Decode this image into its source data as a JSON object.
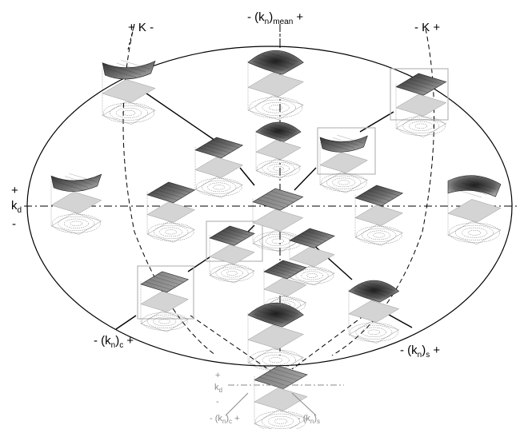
{
  "labels": {
    "k_plus_minus": "+ K -",
    "kn_mean_open": "- (k",
    "kn_mean_sub": "n",
    "kn_mean_subsub": "mean",
    "kn_mean_close": " +",
    "k_minus_plus": "- K +",
    "kd_plus": "+",
    "kd_k": "k",
    "kd_sub": "d",
    "kd_minus": "-",
    "knc_open": "- (k",
    "knc_sub": "n",
    "knc_close": ")",
    "knc_sub2": "c",
    "knc_plus": " +",
    "kns_open": "- (k",
    "kns_sub": "n",
    "kns_close": ")",
    "kns_sub2": "s",
    "kns_plus": " +"
  },
  "legend": {
    "plus": "+",
    "kd_k": "k",
    "kd_sub": "d",
    "minus": "-",
    "knc_open": "- (k",
    "knc_sub": "n",
    "knc_close": ")",
    "knc_sub2": "c",
    "knc_plus": " +",
    "kns_open": "- (k",
    "kns_sub": "n",
    "kns_close": ")",
    "kns_sub2": "s"
  },
  "colors": {
    "surface_dark": "#3a3a3a",
    "surface_mid": "#8c8c8c",
    "surface_light": "#c8c8c8",
    "legend_grey": "#8a8a8a"
  },
  "surfaces": [
    {
      "name": "surface-top-left",
      "shape": "saddle"
    },
    {
      "name": "surface-top-center",
      "shape": "dome"
    },
    {
      "name": "surface-top-right",
      "shape": "ridge"
    },
    {
      "name": "surface-upper-left-inner",
      "shape": "ridge"
    },
    {
      "name": "surface-upper-center",
      "shape": "dome"
    },
    {
      "name": "surface-upper-right-inner",
      "shape": "saddle"
    },
    {
      "name": "surface-mid-far-left",
      "shape": "saddle"
    },
    {
      "name": "surface-mid-left",
      "shape": "ridge"
    },
    {
      "name": "surface-center",
      "shape": "plane"
    },
    {
      "name": "surface-mid-right",
      "shape": "ridge"
    },
    {
      "name": "surface-mid-far-right",
      "shape": "bowl"
    },
    {
      "name": "surface-lower-left-inner",
      "shape": "ridge"
    },
    {
      "name": "surface-lower-right-inner",
      "shape": "ridge"
    },
    {
      "name": "surface-lower-center",
      "shape": "ridge"
    },
    {
      "name": "surface-bottom-left",
      "shape": "plane"
    },
    {
      "name": "surface-bottom-right",
      "shape": "dome"
    },
    {
      "name": "surface-bottom-center",
      "shape": "dome"
    },
    {
      "name": "surface-legend",
      "shape": "plane"
    }
  ]
}
